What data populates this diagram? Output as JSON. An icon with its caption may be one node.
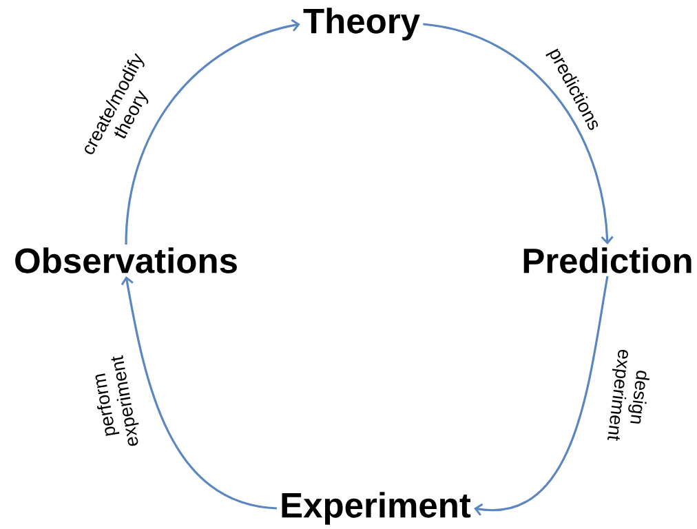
{
  "diagram": {
    "nodes": [
      {
        "text": [
          "Theory"
        ]
      },
      {
        "text": [
          "Observations"
        ]
      },
      {
        "text": [
          "Prediction"
        ]
      },
      {
        "text": [
          "Experiment"
        ]
      }
    ],
    "edges": [
      {
        "from": 1,
        "to": 0,
        "arrow": "to",
        "label": "create/modify theory"
      },
      {
        "from": 0,
        "to": 2,
        "arrow": "to",
        "label": "predictions"
      },
      {
        "from": 2,
        "to": 3,
        "arrow": "to",
        "label": "design experiment"
      },
      {
        "from": 3,
        "to": 1,
        "arrow": "to",
        "label": "perform experiment"
      }
    ]
  }
}
